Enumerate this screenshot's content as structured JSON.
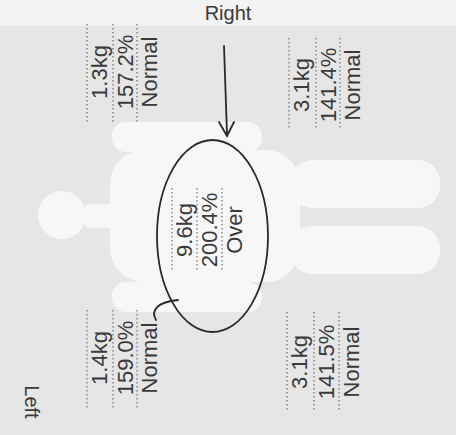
{
  "diagram": {
    "nodes": [
      {
        "text": [
          "9.6kg",
          "200.4%",
          "Over"
        ]
      }
    ],
    "labels": [
      "Right",
      "1.3kg",
      "157.2%",
      "Normal",
      "3.1kg",
      "141.4%",
      "Normal",
      "1.4kg",
      "159.0%",
      "Normal",
      "3.1kg",
      "141.5%",
      "Normal",
      "Left"
    ]
  }
}
